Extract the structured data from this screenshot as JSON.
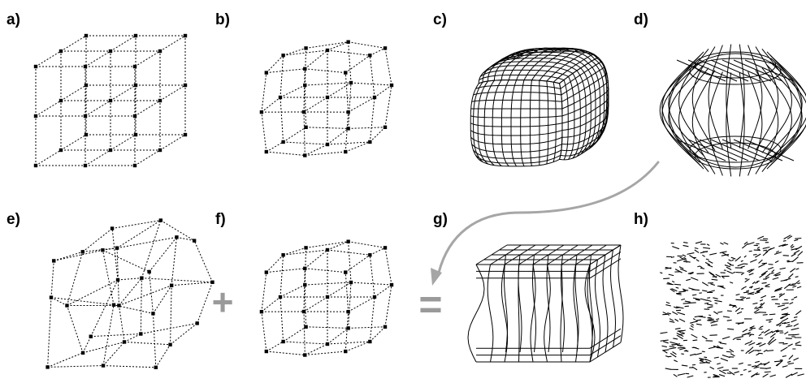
{
  "panels": {
    "a": {
      "label": "a)"
    },
    "b": {
      "label": "b)"
    },
    "c": {
      "label": "c)"
    },
    "d": {
      "label": "d)"
    },
    "e": {
      "label": "e)"
    },
    "f": {
      "label": "f)"
    },
    "g": {
      "label": "g)"
    },
    "h": {
      "label": "h)"
    }
  },
  "operators": {
    "plus": "+",
    "equals": "="
  },
  "colors": {
    "ink": "#000000",
    "operator": "#9a9a9a",
    "arrow": "#a6a6a6",
    "background": "#ffffff"
  }
}
